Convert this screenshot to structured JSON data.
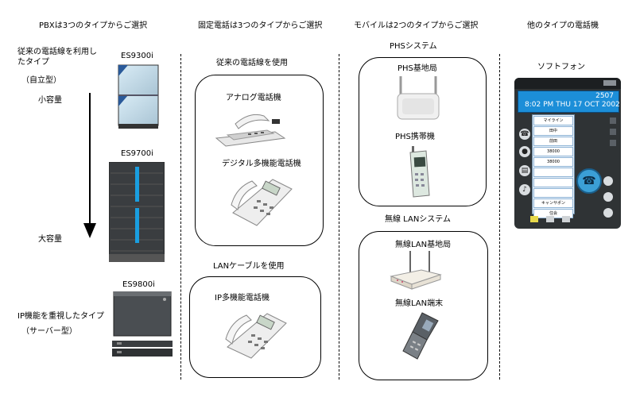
{
  "columns": {
    "pbx": {
      "header": "PBXは3つのタイプからご選択",
      "traditional_type": "従来の電話線を利用したタイプ",
      "traditional_type_line1": "従来の電話線を利用し",
      "traditional_type_line2": "たタイプ",
      "self_standing": "（自立型）",
      "small_capacity": "小容量",
      "large_capacity": "大容量",
      "ip_type": "IP機能を重視したタイプ",
      "server_type": "（サーバー型）",
      "models": [
        "ES9300i",
        "ES9700i",
        "ES9800i"
      ]
    },
    "fixed": {
      "header": "固定電話は3つのタイプからご選択",
      "traditional_line": "従来の電話線を使用",
      "analog_phone": "アナログ電話機",
      "digital_phone": "デジタル多機能電話機",
      "lan_cable": "LANケーブルを使用",
      "ip_phone": "IP多機能電話機"
    },
    "mobile": {
      "header": "モバイルは2つのタイプからご選択",
      "phs_system": "PHSシステム",
      "phs_base": "PHS基地局",
      "phs_handset": "PHS携帯機",
      "wlan_system": "無線 LANシステム",
      "wlan_base": "無線LAN基地局",
      "wlan_terminal": "無線LAN端末"
    },
    "other": {
      "header": "他のタイプの電話機",
      "softphone": "ソフトフォン"
    }
  },
  "softphone_screen": {
    "line1": "2507",
    "line2": "8:02 PM THU 17 OCT 2002",
    "menu": [
      "マイライン",
      "田中",
      "前田",
      "38000",
      "38000",
      "",
      "",
      "",
      "キャンサポン",
      "住会",
      ""
    ]
  },
  "colors": {
    "server_accent": "#1a9ee0",
    "screen_blue": "#1c8ed8",
    "panel_gray": "#2f3335"
  }
}
